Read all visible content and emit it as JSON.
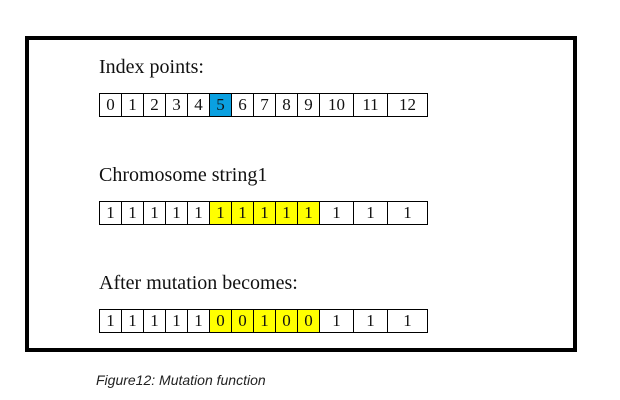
{
  "figure": {
    "caption": "Figure12: Mutation function"
  },
  "sections": [
    {
      "title": "Index points:",
      "cells": [
        "0",
        "1",
        "2",
        "3",
        "4",
        "5",
        "6",
        "7",
        "8",
        "9",
        "10",
        "11",
        "12"
      ],
      "highlight": "blue",
      "highlighted_indices": [
        5
      ]
    },
    {
      "title": "Chromosome string1",
      "cells": [
        "1",
        "1",
        "1",
        "1",
        "1",
        "1",
        "1",
        "1",
        "1",
        "1",
        "1",
        "1",
        "1"
      ],
      "highlight": "yellow",
      "highlighted_indices": [
        5,
        6,
        7,
        8,
        9
      ]
    },
    {
      "title": "After mutation becomes:",
      "cells": [
        "1",
        "1",
        "1",
        "1",
        "1",
        "0",
        "0",
        "1",
        "0",
        "0",
        "1",
        "1",
        "1"
      ],
      "highlight": "yellow",
      "highlighted_indices": [
        5,
        6,
        7,
        8,
        9
      ]
    }
  ],
  "colors": {
    "blue_highlight": "#0aa0e0",
    "yellow_highlight": "#ffff00",
    "border": "#000000"
  }
}
